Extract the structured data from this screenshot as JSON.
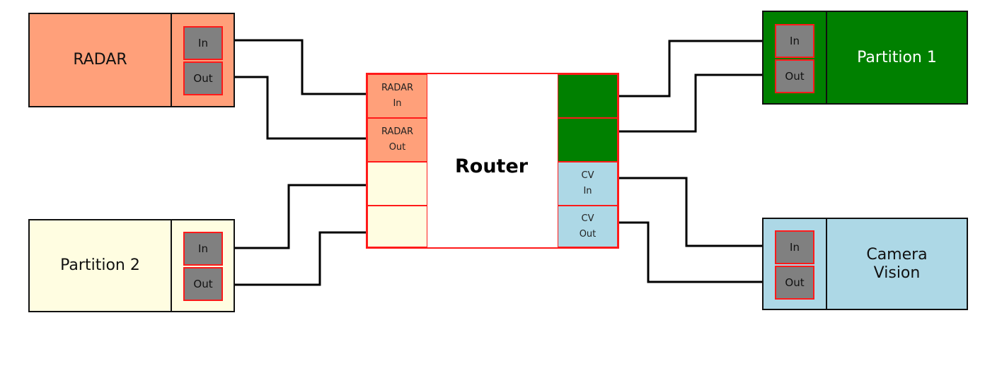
{
  "colors": {
    "radar": "#ffa07a",
    "partition1": "#008000",
    "partition2": "#fffde1",
    "camera_vision": "#add8e6",
    "port": "#808080",
    "port_border": "#ff1a1a",
    "wire": "#000000"
  },
  "devices": {
    "radar": {
      "label": "RADAR",
      "in_label": "In",
      "out_label": "Out"
    },
    "partition2": {
      "label": "Partition 2",
      "in_label": "In",
      "out_label": "Out"
    },
    "partition1": {
      "label": "Partition 1",
      "in_label": "In",
      "out_label": "Out"
    },
    "camera_vision": {
      "label_line1": "Camera",
      "label_line2": "Vision",
      "in_label": "In",
      "out_label": "Out"
    }
  },
  "router": {
    "title": "Router",
    "left_ports": [
      {
        "line1": "RADAR",
        "line2": "In"
      },
      {
        "line1": "RADAR",
        "line2": "Out"
      },
      {
        "line1": "",
        "line2": ""
      },
      {
        "line1": "",
        "line2": ""
      }
    ],
    "right_ports": [
      {
        "line1": "",
        "line2": ""
      },
      {
        "line1": "",
        "line2": ""
      },
      {
        "line1": "CV",
        "line2": "In"
      },
      {
        "line1": "CV",
        "line2": "Out"
      }
    ]
  },
  "connections": [
    {
      "from": "RADAR In",
      "to": "Router RADAR In"
    },
    {
      "from": "RADAR Out",
      "to": "Router RADAR Out"
    },
    {
      "from": "Partition 2 In",
      "to": "Router left port 3"
    },
    {
      "from": "Partition 2 Out",
      "to": "Router left port 4"
    },
    {
      "from": "Router right port 1",
      "to": "Partition 1 In"
    },
    {
      "from": "Router right port 2",
      "to": "Partition 1 Out"
    },
    {
      "from": "Router CV In",
      "to": "Camera Vision In"
    },
    {
      "from": "Router CV Out",
      "to": "Camera Vision Out"
    }
  ]
}
